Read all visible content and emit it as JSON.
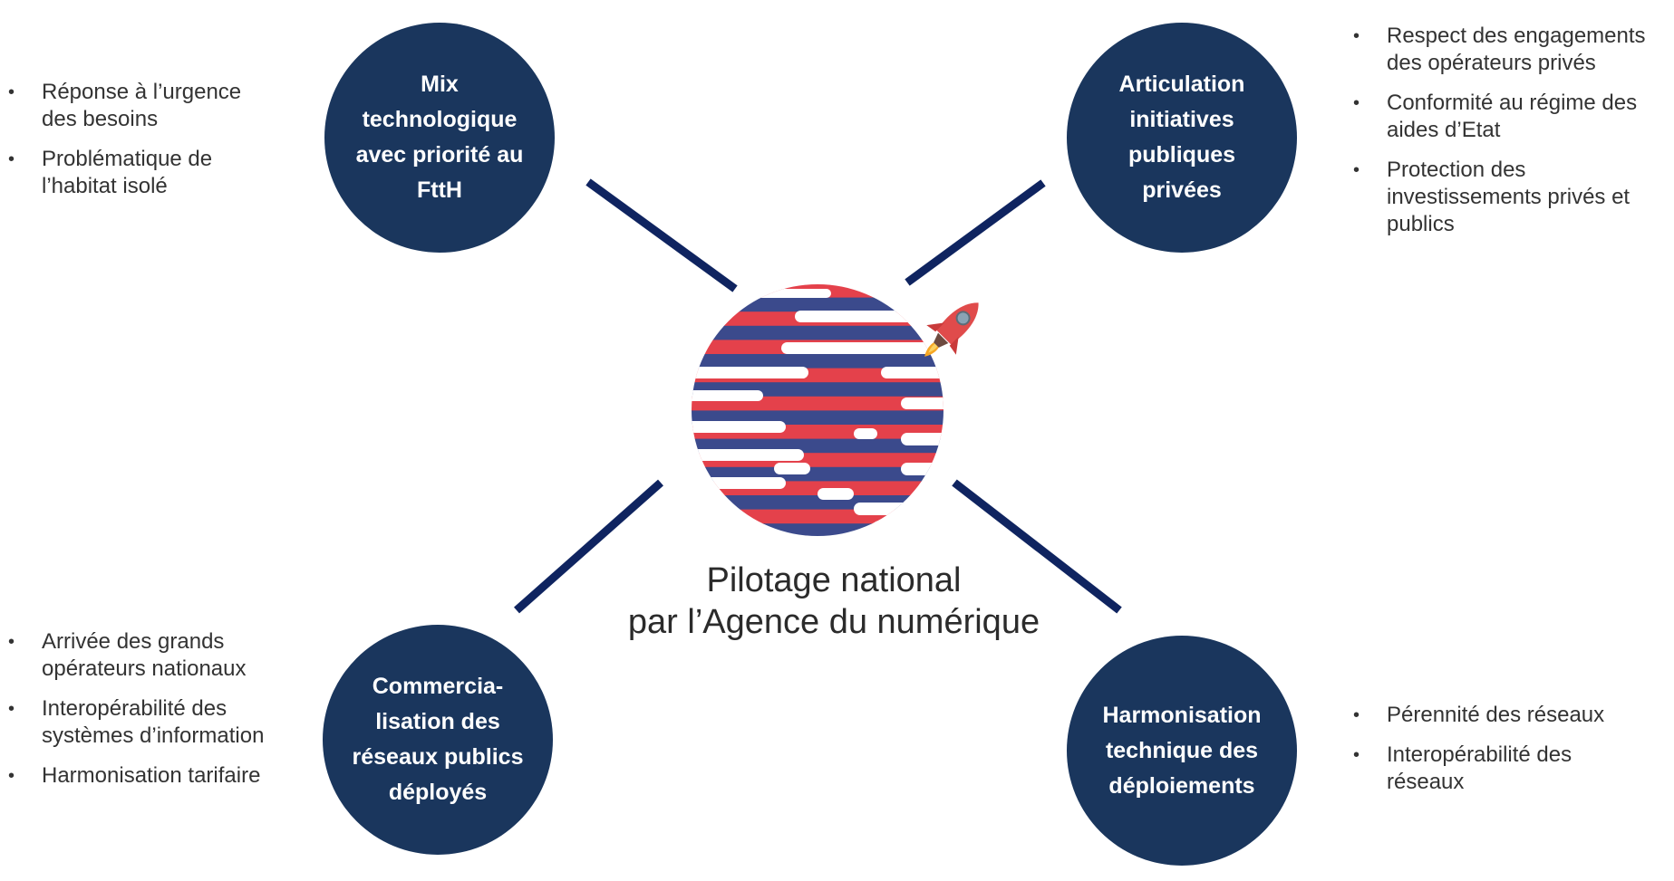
{
  "center": {
    "line1": "Pilotage national",
    "line2": "par l’Agence du numérique"
  },
  "colors": {
    "circle": "#1a365d",
    "connector": "#0f2460",
    "logo_red": "#e4414b",
    "logo_blue": "#3b4a8c"
  },
  "icons": [
    "globe-logo",
    "rocket-icon"
  ],
  "nodes": [
    {
      "id": "top-left",
      "label": "Mix\ntechnologique\navec priorité au\nFttH",
      "bullets": [
        "Réponse à l’urgence des besoins",
        "Problématique de l’habitat isolé"
      ]
    },
    {
      "id": "top-right",
      "label": "Articulation\ninitiatives\npubliques\nprivées",
      "bullets": [
        "Respect des engagements des opérateurs privés",
        "Conformité au régime des aides d’Etat",
        "Protection des investissements privés et publics"
      ]
    },
    {
      "id": "bottom-left",
      "label": "Commercia-\nlisation des\nréseaux publics\ndéployés",
      "bullets": [
        "Arrivée des grands opérateurs nationaux",
        "Interopérabilité des systèmes d’information",
        "Harmonisation tarifaire"
      ]
    },
    {
      "id": "bottom-right",
      "label": "Harmonisation\ntechnique des\ndéploiements",
      "bullets": [
        "Pérennité des réseaux",
        "Interopérabilité des réseaux"
      ]
    }
  ]
}
